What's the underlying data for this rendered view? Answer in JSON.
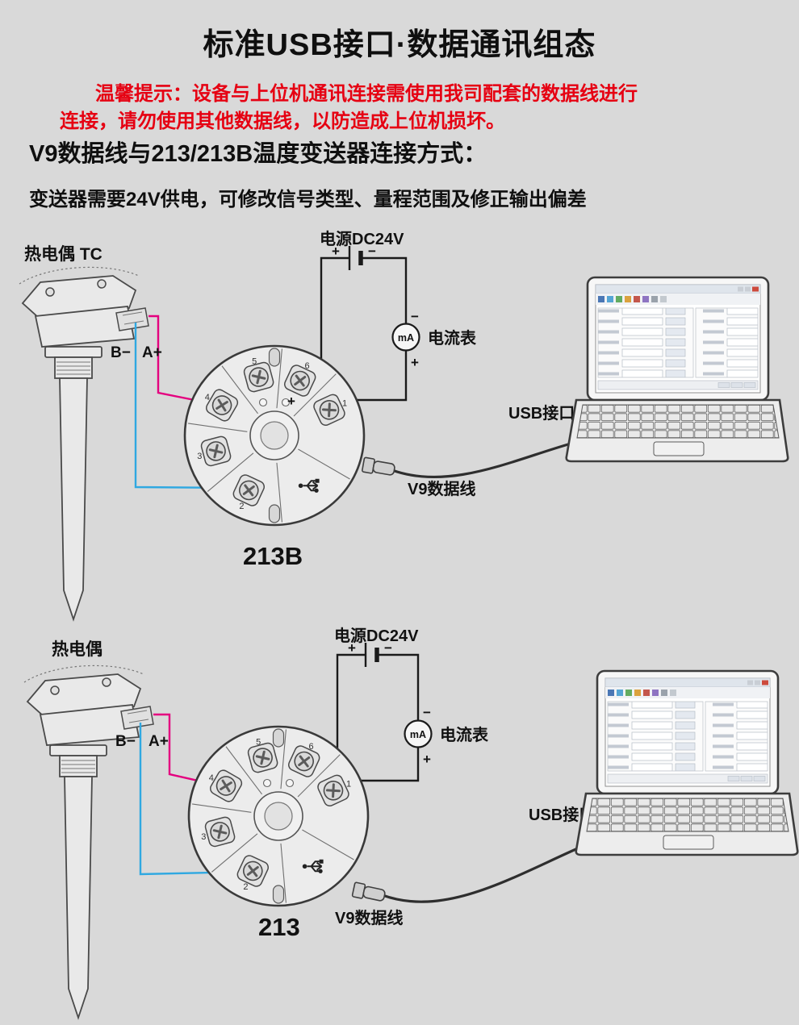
{
  "header": {
    "title": "标准USB接口·数据通讯组态",
    "notice_line1": "温馨提示：设备与上位机通讯连接需使用我司配套的数据线进行",
    "notice_line2": "连接，请勿使用其他数据线，以防造成上位机损坏。",
    "section_title": "V9数据线与213/213B温度变送器连接方式：",
    "section_note": "变送器需要24V供电，可修改信号类型、量程范围及修正输出偏差"
  },
  "colors": {
    "background": "#d9d9d9",
    "notice_red": "#e60012",
    "wire_pink": "#e4007f",
    "wire_blue": "#2fa8e1",
    "line_dark": "#3a3a3a"
  },
  "top": {
    "sensor_label": "热电偶 TC",
    "wire_neg_label": "B−",
    "wire_pos_label": "A+",
    "power_label": "电源DC24V",
    "power_plus": "+",
    "power_minus": "−",
    "meter_minus": "−",
    "meter_plus": "+",
    "meter_unit": "mA",
    "meter_label": "电流表",
    "loop_plus": "+",
    "usb_label": "USB接口",
    "cable_label": "V9数据线",
    "model": "213B",
    "terminals": [
      "1",
      "2",
      "3",
      "4",
      "5",
      "6"
    ]
  },
  "bottom": {
    "sensor_label": "热电偶",
    "wire_neg_label": "B−",
    "wire_pos_label": "A+",
    "power_label": "电源DC24V",
    "power_plus": "+",
    "power_minus": "−",
    "meter_minus": "−",
    "meter_plus": "+",
    "meter_unit": "mA",
    "meter_label": "电流表",
    "usb_label": "USB接口",
    "cable_label": "V9数据线",
    "model": "213",
    "terminals": [
      "1",
      "2",
      "3",
      "4",
      "5",
      "6"
    ]
  }
}
